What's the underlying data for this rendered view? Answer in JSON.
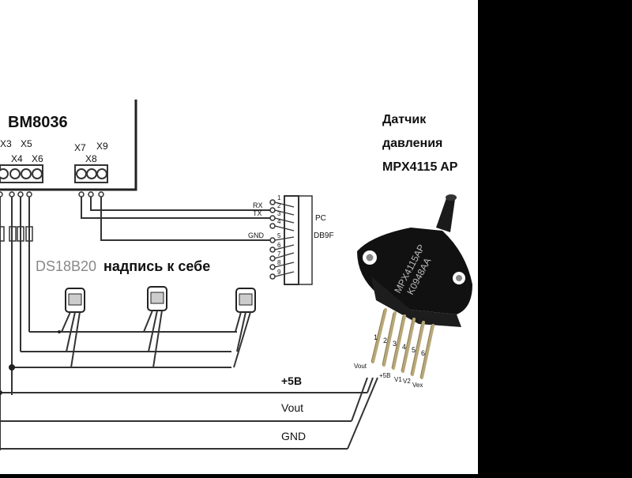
{
  "module": {
    "name": "BM8036",
    "terminals": [
      "X3",
      "X4",
      "X5",
      "X6",
      "X7",
      "X8",
      "X9"
    ]
  },
  "sensor": {
    "title_line1": "Датчик",
    "title_line2": "давления",
    "title_line3": "MPX4115 AP",
    "body_marking_line1": "MPX4115AP",
    "body_marking_line2": "K0948AA",
    "pin_numbers": [
      "1",
      "2",
      "3",
      "4",
      "5",
      "6"
    ],
    "pin_labels": [
      "Vout",
      "+5В",
      "V1",
      "V2",
      "Vex"
    ]
  },
  "connector": {
    "label_line1": "PC",
    "label_line2": "DB9F",
    "pin_numbers": [
      "1",
      "2",
      "3",
      "4",
      "5",
      "6",
      "7",
      "8",
      "9"
    ],
    "signal_rx": "RX",
    "signal_tx": "TX",
    "signal_gnd": "GND"
  },
  "temperature_sensors": {
    "model": "DS18B20",
    "note": "надпись к себе"
  },
  "bus": {
    "plus5": "+5В",
    "vout": "Vout",
    "gnd": "GND"
  },
  "colors": {
    "wire": "#333333",
    "sensor_body": "#111111",
    "sensor_pins": "#b8a878",
    "panel_bg": "#ffffff",
    "outside_bg": "#000000"
  }
}
